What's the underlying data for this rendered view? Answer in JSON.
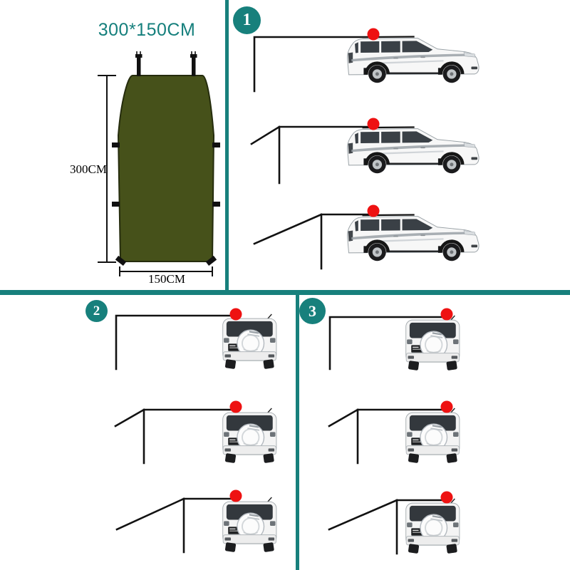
{
  "title": "300*150CM",
  "tarp": {
    "height_label": "300CM",
    "width_label": "150CM",
    "color": "#46511a"
  },
  "sections": [
    {
      "number": "1"
    },
    {
      "number": "2"
    },
    {
      "number": "3"
    }
  ],
  "markers": {
    "attachment_point": "red-dot",
    "support": "awning-pole"
  },
  "colors": {
    "teal_accent": "#17807c",
    "red_dot": "#ee1212",
    "tarp_green": "#46511a",
    "line_black": "#121212"
  }
}
